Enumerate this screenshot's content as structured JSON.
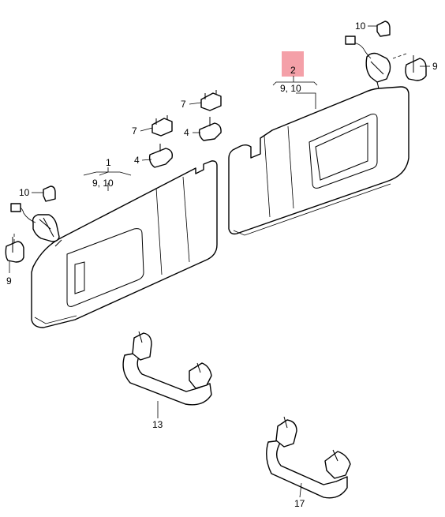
{
  "diagram": {
    "callouts": {
      "c1": "1",
      "c1_sub": "9, 10",
      "c2": "2",
      "c2_sub": "9, 10",
      "c4a": "4",
      "c4b": "4",
      "c7a": "7",
      "c7b": "7",
      "c9l": "9",
      "c9r": "9",
      "c10l": "10",
      "c10r": "10",
      "c13": "13",
      "c17": "17"
    },
    "highlight_color": "#f4a0a8"
  }
}
